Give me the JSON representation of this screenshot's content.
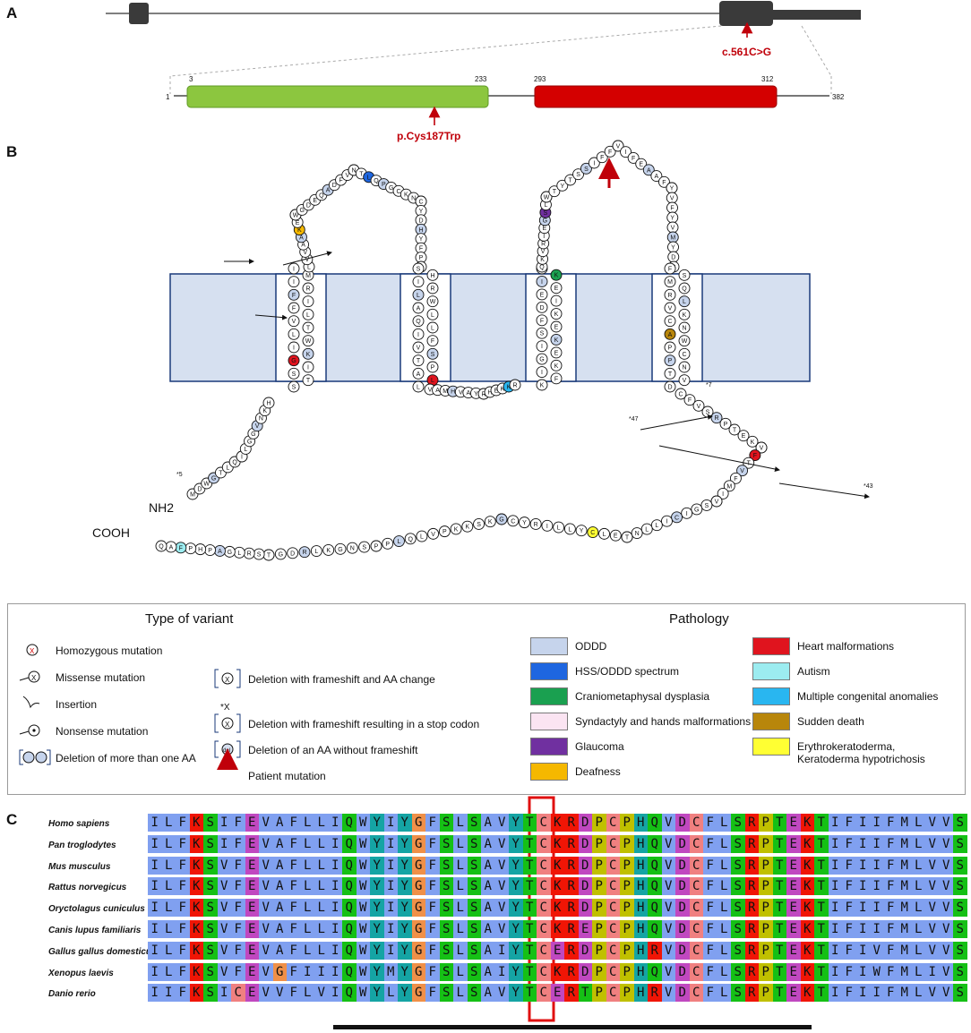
{
  "panels": {
    "a": "A",
    "b": "B",
    "c": "C"
  },
  "panel_a": {
    "variant_label": "c.561C>G",
    "protein_variant_label": "p.Cys187Trp",
    "coords": {
      "start": "1",
      "green_start": "3",
      "green_end": "233",
      "red_start": "293",
      "red_end": "312",
      "end": "382"
    },
    "colors": {
      "green": "#8cc63f",
      "red": "#d40000",
      "exon": "#3a3a3a",
      "arrow": "#c0000a"
    }
  },
  "panel_b": {
    "labels": {
      "nh2": "NH2",
      "cooh": "COOH",
      "star5": "*5",
      "star7": "*7",
      "star47": "*47",
      "star43": "*43"
    }
  },
  "legend": {
    "type_title": "Type of variant",
    "pathology_title": "Pathology",
    "types": [
      "Homozygous mutation",
      "Missense mutation",
      "Insertion",
      "Nonsense mutation",
      "Deletion of more than one AA",
      "Deletion with frameshift and AA change",
      "Deletion with frameshift resulting in a stop codon",
      "Deletion of an AA without frameshift",
      "Patient mutation"
    ],
    "pathologies": [
      {
        "label": "ODDD",
        "color": "#c6d4ec"
      },
      {
        "label": "HSS/ODDD spectrum",
        "color": "#1e66e0"
      },
      {
        "label": "Craniometaphysal dysplasia",
        "color": "#1aa050"
      },
      {
        "label": "Syndactyly and hands malformations",
        "color": "#fbe4f2"
      },
      {
        "label": "Glaucoma",
        "color": "#7030a0"
      },
      {
        "label": "Deafness",
        "color": "#f5b800"
      },
      {
        "label": "Heart malformations",
        "color": "#e0141e"
      },
      {
        "label": "Autism",
        "color": "#9cecf0"
      },
      {
        "label": "Multiple congenital anomalies",
        "color": "#29b6f0"
      },
      {
        "label": "Sudden death",
        "color": "#b8860b"
      },
      {
        "label": "Erythrokeratoderma, Keratoderma hypotrichosis",
        "color": "#ffff33"
      }
    ]
  },
  "alignment": {
    "species": [
      "Homo sapiens",
      "Pan troglodytes",
      "Mus musculus",
      "Rattus norvegicus",
      "Oryctolagus cuniculus",
      "Canis lupus familiaris",
      "Gallus gallus domesticus",
      "Xenopus laevis",
      "Danio rerio"
    ],
    "sequences": [
      "ILFKSIFEVAFLLIQWYIYGFSLSAVYTCKRDPCPHQVDCFLSRPTEKTIFIIFMLVVS",
      "ILFKSIFEVAFLLIQWYIYGFSLSAVYTCKRDPCPHQVDCFLSRPTEKTIFIIFMLVVS",
      "ILFKSVFEVAFLLIQWYIYGFSLSAVYTCKRDPCPHQVDCFLSRPTEKTIFIIFMLVVS",
      "ILFKSVFEVAFLLIQWYIYGFSLSAVYTCKRDPCPHQVDCFLSRPTEKTIFIIFMLVVS",
      "ILFKSVFEVAFLLIQWYIYGFSLSAVYTCKRDPCPHQVDCFLSRPTEKTIFIIFMLVVS",
      "ILFKSVFEVAFLLIQWYIYGFSLSAVYTCKREPCPHQVDCFLSRPTEKTIFIIFMLVVS",
      "ILFKSVFEVAFLLIQWYIYGFSLSAIYTCERDPCPHRVDCFLSRPTEKTIFIVFMLVVS",
      "ILFKSVFEVGFIIIQWYMYGFSLSAIYTCKRDPCPHQVDCFLSRPTEKTIFIWFMLIVS",
      "IIFKSICEVVFLVIQWYLYGFSLSAVYTCERTPCPHRVDCFLSRPTEKTIFIIFMLVVS"
    ],
    "residue_colors": {
      "I": "#80a0f0",
      "L": "#80a0f0",
      "V": "#80a0f0",
      "M": "#80a0f0",
      "F": "#80a0f0",
      "A": "#80a0f0",
      "W": "#80a0f0",
      "C": "#f08080",
      "K": "#f01505",
      "R": "#f01505",
      "E": "#c048c0",
      "D": "#c048c0",
      "S": "#15c015",
      "T": "#15c015",
      "N": "#15c015",
      "Q": "#15c015",
      "G": "#f09048",
      "P": "#c0c000",
      "H": "#15a4a4",
      "Y": "#15a4a4"
    },
    "highlight_color": "#e01010"
  }
}
